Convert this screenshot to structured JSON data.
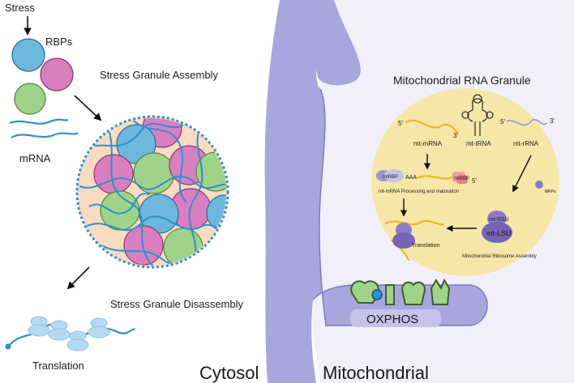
{
  "cytosol": {
    "stress_label": "Stress",
    "rbps_label": "RBPs",
    "mrna_label": "mRNA",
    "assembly_label": "Stress Granule Assembly",
    "disassembly_label": "Stress Granule Disassembly",
    "translation_label": "Translation",
    "region_label": "Cytosol"
  },
  "mitochondria": {
    "region_label": "Mitochondrial",
    "granule_title": "Mitochondrial RNA Granule",
    "five_prime": "5'",
    "three_prime": "3'",
    "mt_mrna": "mt-mRNA",
    "mt_trna": "mt-tRNA",
    "mt_rrna": "mt-rRNA",
    "mtrbp": "mtRBP",
    "polya": "AAA",
    "processing_label": "mt-mRNA Processing and maturation",
    "mrps_label": "MRPs",
    "mt_ssu": "mt-SSU",
    "mt_lsu": "mt-LSU",
    "ribosome_assembly_label": "Mitochondrial Ribosome Assembly",
    "translation_label": "Translation",
    "oxphos_label": "OXPHOS"
  },
  "colors": {
    "blue_rbp": "#6bb8dc",
    "pink_rbp": "#d97fbf",
    "green_rbp": "#9fd38a",
    "granule_fill": "#f9dcc0",
    "mrna_blue": "#2e8fd0",
    "membrane": "#a9a6de",
    "matrix": "#f1f0fa",
    "rna_granule": "#f6e7a8",
    "purple_ribosome": "#8c79c8",
    "oxphos_green": "#9fd38a"
  }
}
